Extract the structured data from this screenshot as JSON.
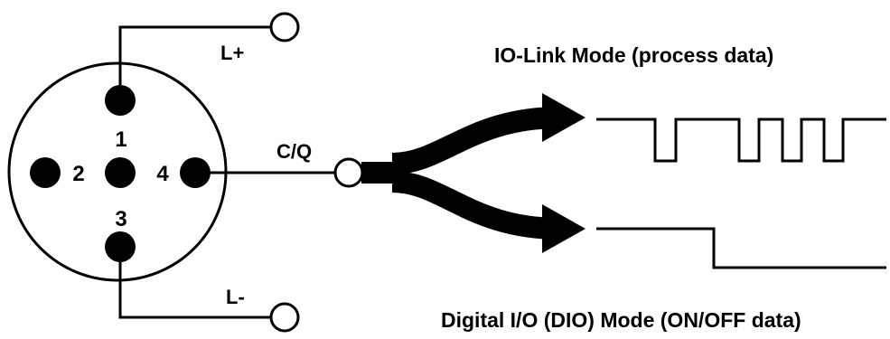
{
  "connector": {
    "pins": [
      {
        "number": "1"
      },
      {
        "number": "2"
      },
      {
        "number": "4"
      },
      {
        "number": "3"
      }
    ]
  },
  "terminals": {
    "positive": "L+",
    "negative": "L-",
    "signal": "C/Q"
  },
  "modes": {
    "iolink_title": "IO-Link Mode (process data)",
    "dio_title": "Digital I/O (DIO) Mode (ON/OFF data)"
  },
  "colors": {
    "line": "#000000",
    "background": "#ffffff"
  }
}
